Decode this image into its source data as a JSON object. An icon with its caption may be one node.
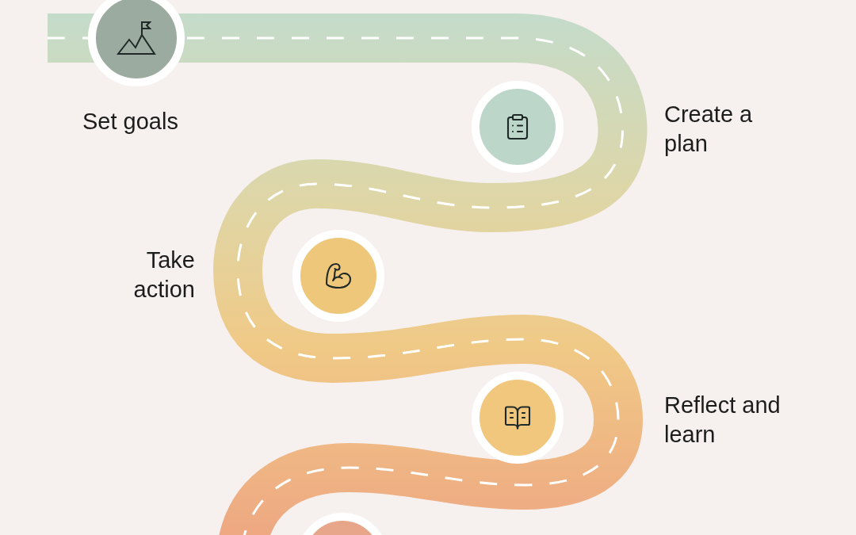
{
  "diagram": {
    "nodes": [
      {
        "text": [],
        "shape": "circle",
        "beside": [
          "Set goals"
        ]
      },
      {
        "text": [],
        "shape": "circle"
      },
      {
        "text": [],
        "shape": "circle"
      },
      {
        "text": [],
        "shape": "circle"
      },
      {
        "text": [],
        "shape": "circle"
      }
    ],
    "labels": [
      "Create a plan",
      "Take action",
      "Reflect and learn"
    ]
  }
}
